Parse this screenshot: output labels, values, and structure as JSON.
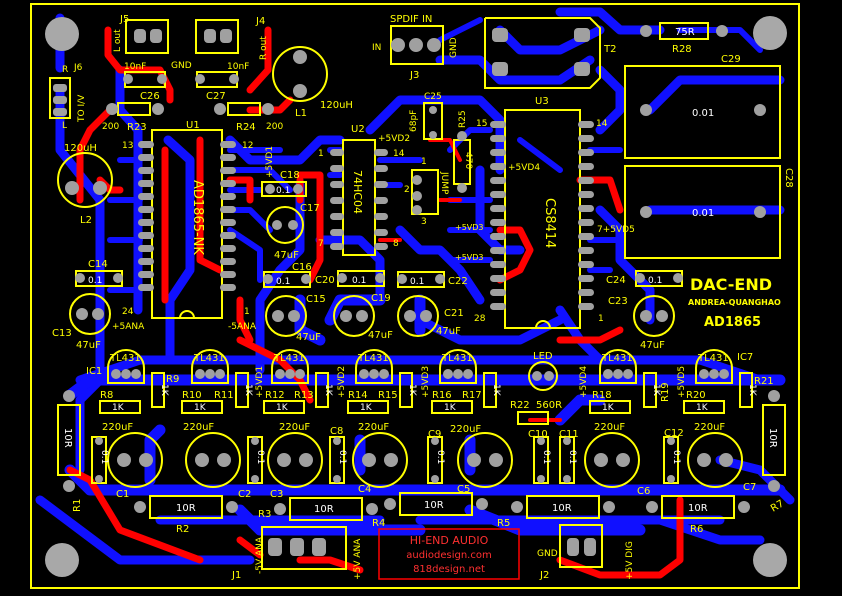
{
  "colors": {
    "background": "#000000",
    "board_outline": "#ffff00",
    "silkscreen": "#ffff00",
    "trace_bottom": "#1010ff",
    "trace_top": "#ff0000",
    "pad": "#a0a0a0",
    "mount_hole": "#a8a8a8",
    "logo_box": "#ff0000",
    "logo_text": "#ff3030",
    "label_white": "#ffffff"
  },
  "icons": [
    "mount-hole-icon",
    "smd-pad-icon",
    "ic-notch-icon"
  ],
  "title": {
    "name": "DAC-END",
    "author": "ANDREA-QUANGHAO",
    "chip": "AD1865"
  },
  "logo": {
    "brand": "HI-END AUDIO",
    "site1": "audiodesign.com",
    "site2": "818design.net"
  },
  "components": {
    "j5": "J5",
    "j4": "J4",
    "j6": "J6",
    "j3": "J3",
    "j1": "J1",
    "j2": "J2",
    "l_out": "L out",
    "r_out": "R out",
    "gnd_top": "GND",
    "j6_r": "R",
    "j6_l": "L",
    "j6_to_iv": "TO I/V",
    "spdif_in": "SPDIF IN",
    "in_label": "IN",
    "gnd_j3": "GND",
    "c26": "C26",
    "c27": "C27",
    "c26_val": "10nF",
    "c27_val": "10nF",
    "r23": "R23",
    "r24": "R24",
    "r23_val": "200",
    "r24_val": "200",
    "l1": "L1",
    "l1_val": "120uH",
    "l2": "L2",
    "l2_val": "120uH",
    "u1": "U1",
    "u1_name": "AD1865-NK",
    "u1_p13": "13",
    "u1_p12": "12",
    "u1_p24": "24",
    "u1_p1": "1",
    "p5ana": "+5ANA",
    "m5ana": "-5ANA",
    "u2": "U2",
    "u2_name": "74HC04",
    "u2_p1": "1",
    "u2_p7": "7",
    "u2_p14": "14",
    "u2_p8": "8",
    "u2_p1b": "1",
    "p5vd1a": "+5VD1",
    "p5vd2a": "+5VD2",
    "c18": "C18",
    "c18_val": "0.1",
    "c17": "C17",
    "c17_val": "47uF",
    "jump": "JUMP",
    "jump_1": "1",
    "jump_2": "2",
    "jump_3": "3",
    "c25": "C25",
    "c25_val": "68pF",
    "r25": "R25",
    "r25_val": "470",
    "u3": "U3",
    "u3_name": "CS8414",
    "u3_p15": "15",
    "u3_p14": "14",
    "u3_p28": "28",
    "u3_p1": "1",
    "p5vd4a": "+5VD4",
    "p5vd3a": "+5VD3",
    "p5vd3b": "+5VD3",
    "p5vd5a": "7+5VD5",
    "t2": "T2",
    "r28": "R28",
    "r28_val": "75R",
    "c29": "C29",
    "c29_val": "0.01",
    "c28": "C28",
    "c28_val": "0.01",
    "c14": "C14",
    "c14_val": "0.1",
    "c13": "C13",
    "c13_val": "47uF",
    "c16": "C16",
    "c16_val": "0.1",
    "c15": "C15",
    "c15_val": "47uF",
    "c20": "C20",
    "c20_val": "0.1",
    "c19": "C19",
    "c19_val": "47uF",
    "c22": "C22",
    "c22_val": "0.1",
    "c21": "C21",
    "c21_val": "47uF",
    "c24": "C24",
    "c24_val": "0.1",
    "c23": "C23",
    "c23_val": "47uF",
    "ic1": "IC1",
    "ic7": "IC7",
    "tl431_1": "TL431",
    "tl431_2": "TL431",
    "tl431_3": "TL431",
    "tl431_4": "TL431",
    "tl431_5": "TL431",
    "tl431_6": "TL431",
    "tl431_7": "TL431",
    "led": "LED",
    "r8": "R8",
    "r9": "R9",
    "r10": "R10",
    "r11": "R11",
    "r12": "R12",
    "r13": "R13",
    "r14": "R14",
    "r15": "R15",
    "r16": "R16",
    "r17": "R17",
    "r18": "R18",
    "r19": "R19",
    "r20": "R20",
    "r21": "R21",
    "r22": "R22",
    "r22_val": "560R",
    "k1": "1K",
    "k2": "1K",
    "k3": "1K",
    "k4": "1K",
    "k5": "1K",
    "k6": "1K",
    "k7": "1K",
    "kv1": "1K",
    "kv2": "1K",
    "kv3": "1K",
    "kv4": "1K",
    "kv5": "1K",
    "kv6": "1K",
    "kv7": "1K",
    "p5vd1b": "+5VD1",
    "p5vd2b": "+5VD2",
    "p5vd3c": "+5VD3",
    "p5vd4b": "+5VD4",
    "p5vd5b": "+5VD5",
    "cap220_1": "220uF",
    "cap220_2": "220uF",
    "cap220_3": "220uF",
    "cap220_4": "220uF",
    "cap220_5": "220uF",
    "cap220_6": "220uF",
    "cap220_7": "220uF",
    "c1": "C1",
    "c2": "C2",
    "c3": "C3",
    "c4": "C4",
    "c5": "C5",
    "c6": "C6",
    "c7": "C7",
    "c8": "C8",
    "c9": "C9",
    "c10": "C10",
    "c11": "C11",
    "c12": "C12",
    "c8_val": "0.1",
    "c9_val": "0.1",
    "c10_val": "0.1",
    "c11_val": "0.1",
    "c12_val": "0.1",
    "cl1_val": "0.1",
    "cl2_val": "0.1",
    "cl3_val": "0.1",
    "r1": "R1",
    "r1_val": "10R",
    "r2": "R2",
    "r2_val": "10R",
    "r3": "R3",
    "r3_val": "10R",
    "r4": "R4",
    "r4_val": "10R",
    "r5": "R5",
    "r5_val": "10R",
    "r6": "R6",
    "r6_val": "10R",
    "r7": "R7",
    "r7_val": "10R",
    "m5v_ana": "-5V ANA",
    "p5v_ana": "+5V ANA",
    "gnd_bottom": "GND",
    "p5v_dig": "+5V DIG"
  }
}
